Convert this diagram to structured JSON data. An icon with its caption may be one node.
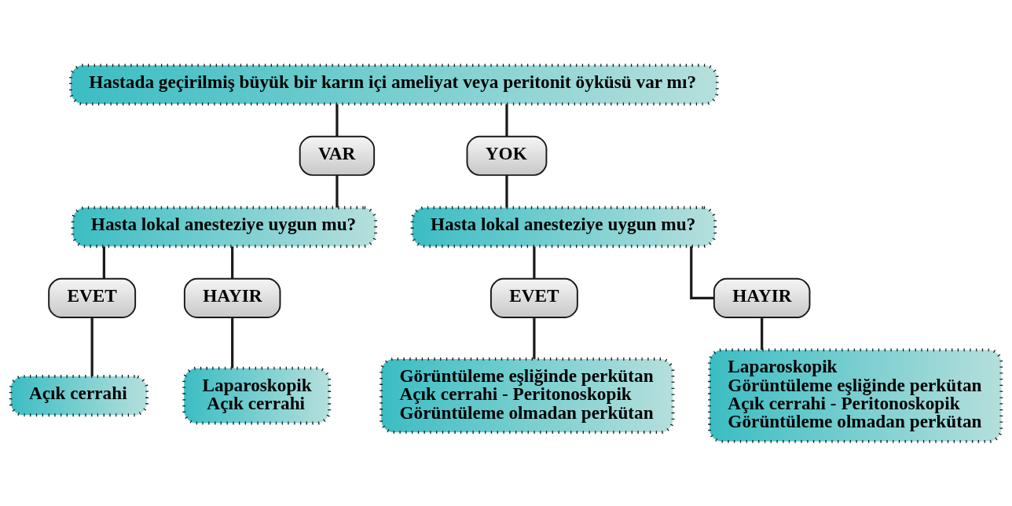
{
  "diagram": {
    "nodes": [
      {
        "text": [
          "Hastada geçirilmiş büyük bir karın içi ameliyat veya peritonit öyküsü var mı?"
        ]
      },
      {
        "text": [
          "VAR"
        ]
      },
      {
        "text": [
          "YOK"
        ]
      },
      {
        "text": [
          "Hasta lokal anesteziye uygun mu?"
        ]
      },
      {
        "text": [
          "Hasta lokal anesteziye uygun mu?"
        ]
      },
      {
        "text": [
          "EVET"
        ]
      },
      {
        "text": [
          "HAYIR"
        ]
      },
      {
        "text": [
          "EVET"
        ]
      },
      {
        "text": [
          "HAYIR"
        ]
      },
      {
        "text": [
          "Açık cerrahi"
        ]
      },
      {
        "text": [
          "Laparoskopik",
          "Açık cerrahi"
        ]
      },
      {
        "text": [
          "Görüntüleme eşliğinde perkütan",
          "Açık cerrahi - Peritonoskopik",
          "Görüntüleme olmadan perkütan"
        ]
      },
      {
        "text": [
          "Laparoskopik",
          "Görüntüleme eşliğinde perkütan",
          "Açık cerrahi - Peritonoskopik",
          "Görüntüleme olmadan perkütan"
        ]
      }
    ],
    "edges": [
      {
        "from": 0,
        "to": 1,
        "arrow": "none"
      },
      {
        "from": 0,
        "to": 2,
        "arrow": "none"
      },
      {
        "from": 1,
        "to": 3,
        "arrow": "none"
      },
      {
        "from": 2,
        "to": 4,
        "arrow": "none"
      },
      {
        "from": 3,
        "to": 5,
        "arrow": "none"
      },
      {
        "from": 3,
        "to": 6,
        "arrow": "none"
      },
      {
        "from": 4,
        "to": 7,
        "arrow": "none"
      },
      {
        "from": 4,
        "to": 8,
        "arrow": "none"
      },
      {
        "from": 5,
        "to": 9,
        "arrow": "none"
      },
      {
        "from": 6,
        "to": 10,
        "arrow": "none"
      },
      {
        "from": 7,
        "to": 11,
        "arrow": "none"
      },
      {
        "from": 8,
        "to": 12,
        "arrow": "none"
      }
    ]
  }
}
